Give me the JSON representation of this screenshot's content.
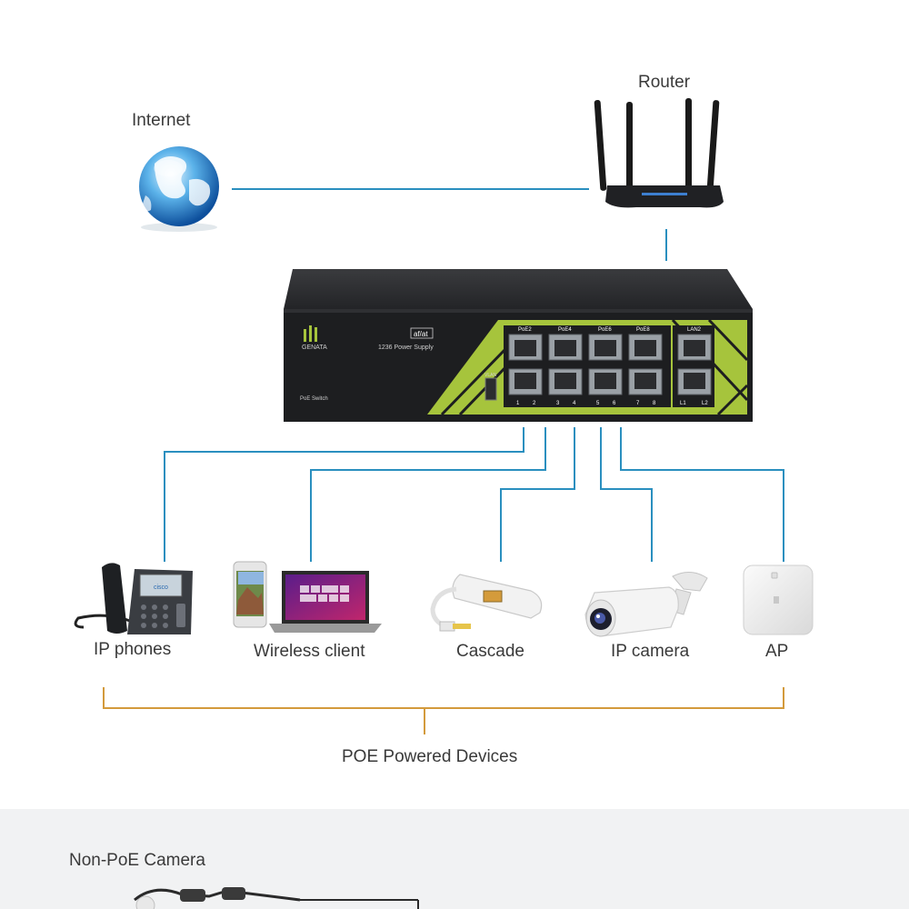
{
  "nodes": {
    "internet": "Internet",
    "router": "Router",
    "ip_phones": "IP phones",
    "wireless_client": "Wireless client",
    "cascade": "Cascade",
    "ip_camera": "IP camera",
    "ap": "AP"
  },
  "group_label": "POE Powered Devices",
  "bottom_section": {
    "title": "Non-PoE Camera"
  },
  "switch": {
    "brand": "GENATA",
    "standard": "af/at",
    "power": "1236 Power Supply",
    "model": "PoE Switch",
    "vlan": "VLAN",
    "ports_top": [
      "PoE2",
      "PoE4",
      "PoE6",
      "PoE8",
      "LAN2"
    ],
    "ports_bottom": [
      "1",
      "2",
      "3",
      "4",
      "5",
      "6",
      "7",
      "8",
      "L1",
      "L2"
    ]
  },
  "icons": {
    "internet": "globe-icon",
    "router": "router-icon",
    "switch": "poe-switch-icon",
    "ip_phones": "desk-phone-icon",
    "wireless_client": "laptop-phone-icon",
    "cascade": "poe-splitter-icon",
    "ip_camera": "bullet-camera-icon",
    "ap": "access-point-icon"
  },
  "colors": {
    "link_line": "#2a8fbf",
    "group_bracket": "#d39a3c",
    "switch_body": "#1d1e20",
    "switch_accent": "#a6c43c",
    "bottom_band": "#f1f2f3"
  }
}
